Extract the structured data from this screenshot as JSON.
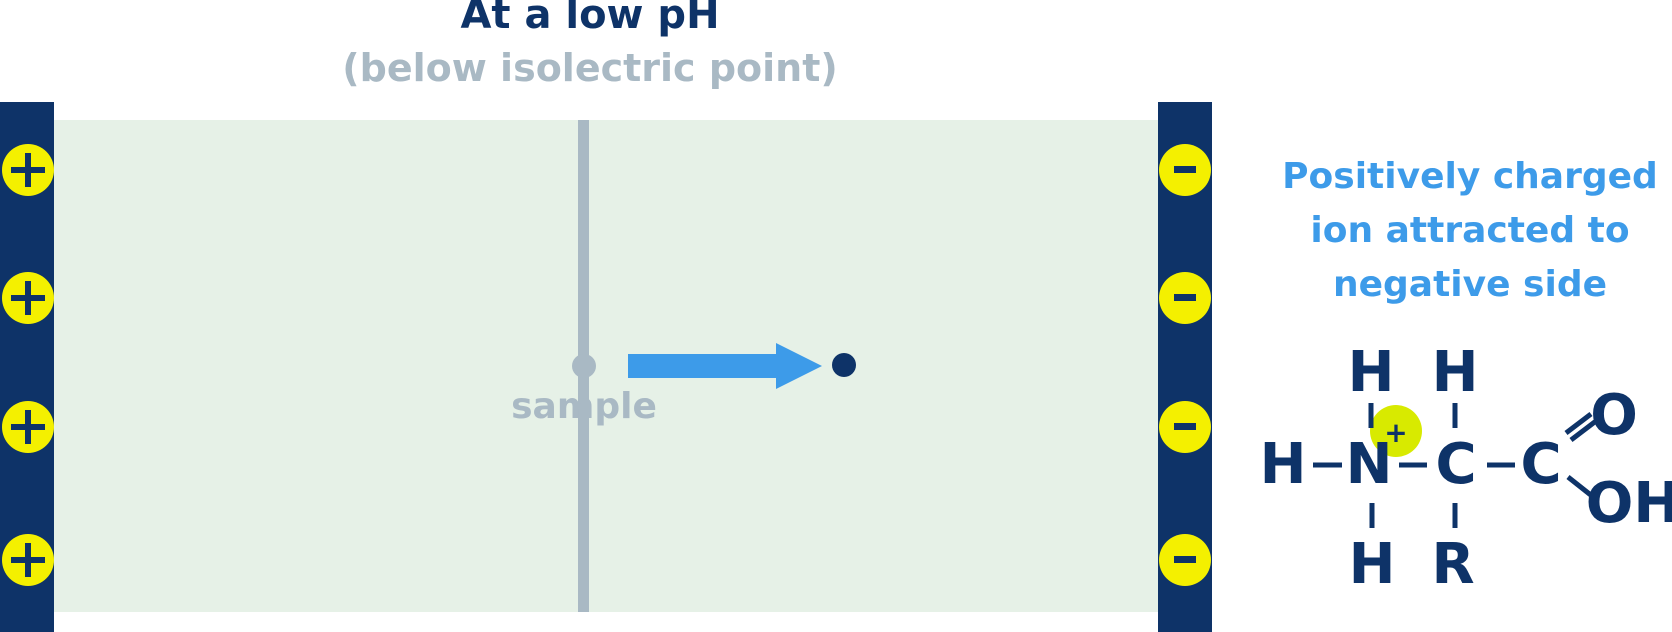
{
  "title": "At a low pH",
  "subtitle": "(below isolectric point)",
  "sample_label": "sample",
  "caption": [
    "Positively charged",
    "ion attracted to",
    "negative side"
  ],
  "left_electrode": {
    "charge": "+",
    "count": 4
  },
  "right_electrode": {
    "charge": "-",
    "count": 4
  },
  "molecule": {
    "atoms": {
      "h_left": "H",
      "n": "N",
      "c_alpha": "C",
      "c_carboxyl": "C",
      "h_top_n": "H",
      "h_top_c": "H",
      "h_bottom_n": "H",
      "r_group": "R",
      "o": "O",
      "oh": "OH"
    },
    "charge": "+"
  },
  "colors": {
    "electrode": "#0e3368",
    "terminal": "#f4f000",
    "gel": "#e6f1e7",
    "well": "#a9b9c4",
    "arrow": "#3d9be9",
    "ion": "#0e3368",
    "charge_halo": "#d8ea00"
  }
}
